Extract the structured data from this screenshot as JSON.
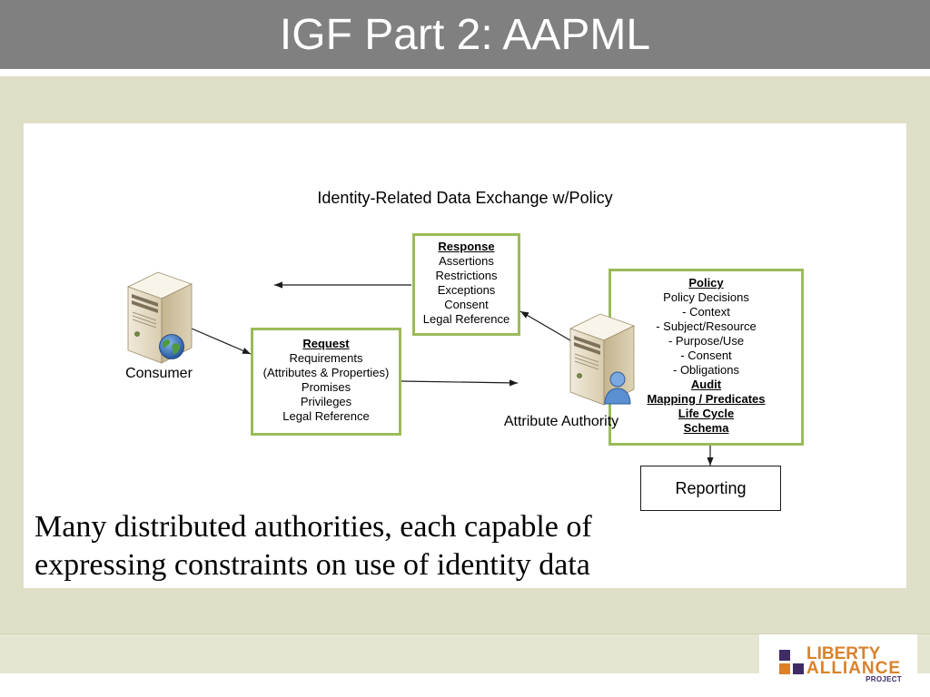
{
  "slide": {
    "title": "IGF Part 2: AAPML"
  },
  "diagram": {
    "title": "Identity-Related Data Exchange w/Policy",
    "consumer": {
      "label": "Consumer",
      "icon": "server-icon",
      "badge_icon": "globe-icon"
    },
    "attribute_authority": {
      "label": "Attribute Authority",
      "icon": "server-icon",
      "badge_icon": "user-icon"
    },
    "request_box": {
      "heading": "Request",
      "lines": [
        "Requirements",
        "(Attributes & Properties)",
        "Promises",
        "Privileges",
        "Legal Reference"
      ]
    },
    "response_box": {
      "heading": "Response",
      "lines": [
        "Assertions",
        "Restrictions",
        "Exceptions",
        "Consent",
        "Legal Reference"
      ]
    },
    "policy_box": {
      "heading": "Policy",
      "lines": [
        "Policy Decisions",
        "- Context",
        "- Subject/Resource",
        "- Purpose/Use",
        "- Consent",
        "- Obligations"
      ],
      "sections": [
        "Audit",
        "Mapping / Predicates",
        "Life Cycle",
        "Schema"
      ]
    },
    "reporting_box": {
      "label": "Reporting"
    }
  },
  "body_text": {
    "lines": [
      "Many distributed authorities, each capable of",
      "expressing constraints on use of identity data"
    ]
  },
  "logo": {
    "line1": "LIBERTY",
    "line2": "ALLIANCE",
    "line3": "PROJECT"
  },
  "colors": {
    "title_bar": "#808080",
    "slide_background": "#dfdfc8",
    "box_border": "#9bbb59",
    "logo_orange": "#d9822b",
    "logo_purple": "#3f2b66"
  }
}
